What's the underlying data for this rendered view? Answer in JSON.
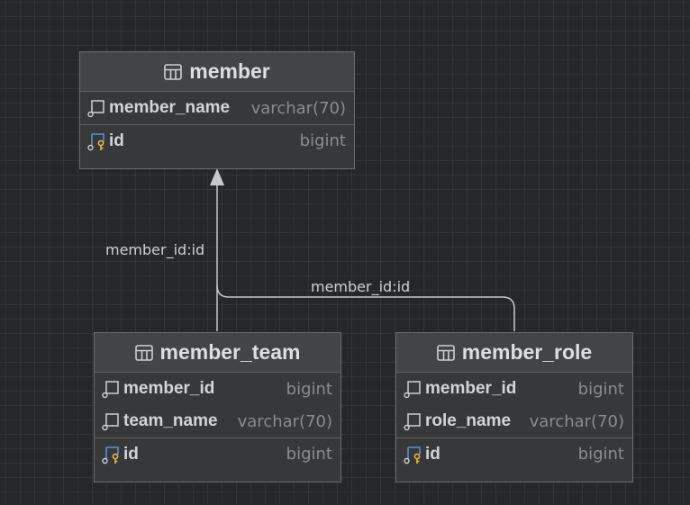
{
  "relationships": [
    {
      "label": "member_id:id",
      "from": "member_team",
      "to": "member"
    },
    {
      "label": "member_id:id",
      "from": "member_role",
      "to": "member"
    }
  ],
  "colors": {
    "background": "#262728",
    "table_fill": "#373839",
    "header_fill": "#434446",
    "line": "#c8c8c8",
    "key_icon": "#e5b93b",
    "column_icon": "#cfcfcf",
    "pk_column_icon": "#5b8fd6"
  },
  "tables": {
    "member": {
      "name": "member",
      "icon": "table-icon",
      "columns": [
        {
          "name": "member_name",
          "type": "varchar(70)",
          "icon": "column-icon"
        }
      ],
      "key_columns": [
        {
          "name": "id",
          "type": "bigint",
          "icon": "primary-key-column-icon"
        }
      ]
    },
    "member_team": {
      "name": "member_team",
      "icon": "table-icon",
      "columns": [
        {
          "name": "member_id",
          "type": "bigint",
          "icon": "column-icon"
        },
        {
          "name": "team_name",
          "type": "varchar(70)",
          "icon": "column-icon"
        }
      ],
      "key_columns": [
        {
          "name": "id",
          "type": "bigint",
          "icon": "primary-key-column-icon"
        }
      ]
    },
    "member_role": {
      "name": "member_role",
      "icon": "table-icon",
      "columns": [
        {
          "name": "member_id",
          "type": "bigint",
          "icon": "column-icon"
        },
        {
          "name": "role_name",
          "type": "varchar(70)",
          "icon": "column-icon"
        }
      ],
      "key_columns": [
        {
          "name": "id",
          "type": "bigint",
          "icon": "primary-key-column-icon"
        }
      ]
    }
  }
}
